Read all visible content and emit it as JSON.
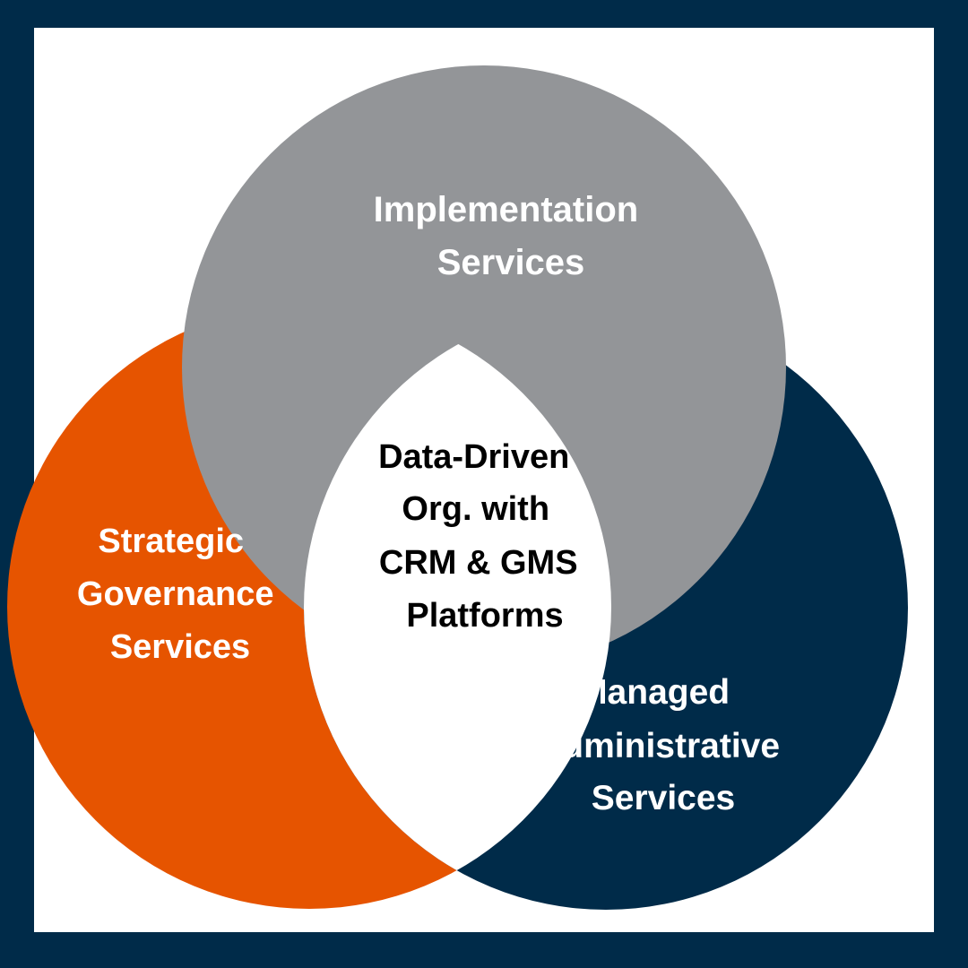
{
  "colors": {
    "border": "#002b49",
    "background": "#ffffff",
    "implementation": "#939598",
    "strategic": "#e65400",
    "managed": "#002b49",
    "center": "#ffffff",
    "label_light": "#ffffff",
    "label_dark": "#000000"
  },
  "circles": {
    "implementation": {
      "lines": [
        "Implementation",
        "Services"
      ]
    },
    "strategic": {
      "lines": [
        "Strategic",
        "Governance",
        "Services"
      ]
    },
    "managed": {
      "lines": [
        "Managed",
        "Administrative",
        "Services"
      ]
    }
  },
  "center": {
    "lines": [
      "Data-Driven",
      "Org. with",
      "CRM & GMS",
      "Platforms"
    ]
  }
}
